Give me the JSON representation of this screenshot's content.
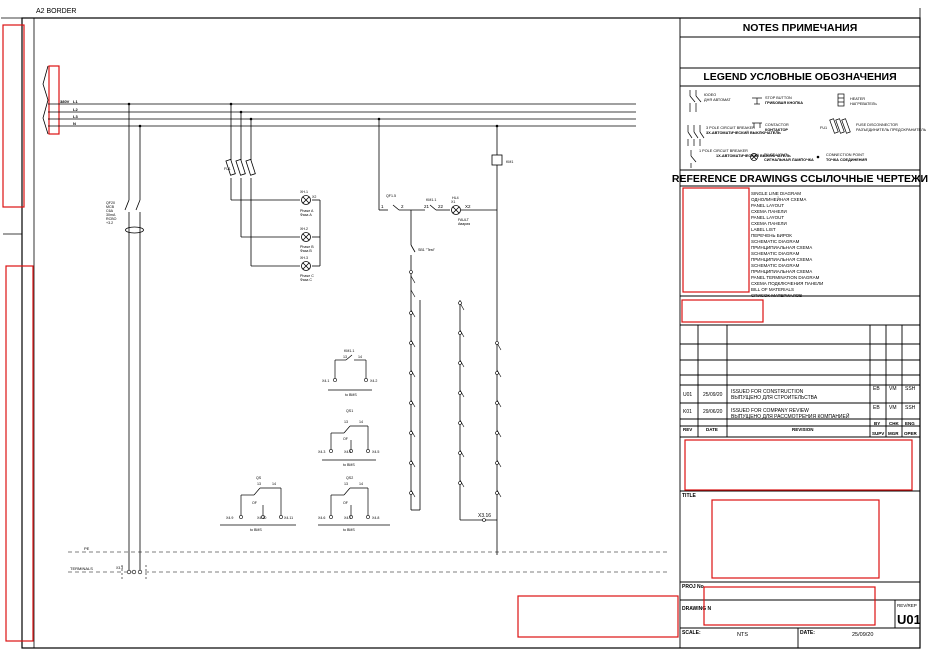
{
  "border_label": "A2 BORDER",
  "notes_title": "NOTES   ПРИМЕЧАНИЯ",
  "legend": {
    "title": "LEGEND    УСЛОВНЫЕ ОБОЗНАЧЕНИЯ",
    "items": [
      {
        "l1": "ЮОЕО",
        "l2": "ДНЯ АВТОМАТ"
      },
      {
        "l1": "STOP BUTTON",
        "l2": "ГРИБОВАЯ КНОПКА"
      },
      {
        "l1": "HEATER",
        "l2": "НАГРЕВАТЕЛЬ"
      },
      {
        "l1": "3 POLE CIRCUIT BREAKER",
        "l2": "3Х-АВТОМАТИЧЕСКИЙ ВЫКЛЮЧАТЕЛЬ"
      },
      {
        "l1": "CONTACTOR",
        "l2": "КОНТАКТОР"
      },
      {
        "l1": "FUSE DISCONNECTOR",
        "l2": "РАЗЪЕДИНИТЕЛЬ ПРЕДОХРАНИТЕЛЬ"
      },
      {
        "l1": "1 POLE CIRCUIT BREAKER",
        "l2": "1Х-АВТОМАТИЧЕСКИЙ ВЫКЛЮЧАТЕЛЬ"
      },
      {
        "l1": "PILOT LIGHT",
        "l2": "СИГНАЛЬНАЯ ЛАМПОЧКА"
      },
      {
        "l1": "CONNECTION POINT",
        "l2": "ТОЧКА СОЕДИНЕНИЯ"
      }
    ],
    "fu_tag": "FU1"
  },
  "refdrawings": {
    "title": "REFERENCE DRAWINGS    ССЫЛОЧНЫЕ ЧЕРТЕЖИ",
    "items": [
      "SINGLE LINE DIAGRAM",
      "ОДНОЛИНЕЙНАЯ СХЕМА",
      "PANEL LAYOUT",
      "СХЕМА ПАНЕЛИ",
      "PANEL LAYOUT",
      "СХЕМА ПАНЕЛИ",
      "LABEL LIST",
      "ПЕРЕЧЕНЬ БИРОК",
      "SCHEMATIC DIAGRAM",
      "ПРИНЦИПИАЛЬНАЯ СХЕМА",
      "SCHEMATIC DIAGRAM",
      "ПРИНЦИПИАЛЬНАЯ СХЕМА",
      "SCHEMATIC DIAGRAM",
      "ПРИНЦИПИАЛЬНАЯ СХЕМА",
      "PANEL TERMINATION DIAGRAM",
      "СХЕМА ПОДКЛЮЧЕНИЯ ПАНЕЛИ",
      "BILL OF MATERIALS",
      "СПИСОК МАТЕРИАЛОВ"
    ]
  },
  "revisions": [
    {
      "rev": "U01",
      "date": "25/09/20",
      "d1": "ISSUED FOR CONSTRUCTION",
      "d2": "ВЫПУЩЕНО ДЛЯ СТРОИТЕЛЬСТВА",
      "by": "EB",
      "chk": "VM",
      "eng": "SSH"
    },
    {
      "rev": "K01",
      "date": "29/06/20",
      "d1": "ISSUED FOR COMPANY REVIEW",
      "d2": "ВЫПУЩЕНО ДЛЯ РАССМОТРЕНИЯ КОМПАНИЕЙ",
      "by": "EB",
      "chk": "VM",
      "eng": "SSH"
    }
  ],
  "rev_header": {
    "rev": "REV",
    "date": "DATE",
    "revision": "REVISION",
    "by": "BY",
    "chk": "CHK",
    "eng": "ENG",
    "supv": "SUPV",
    "mgr": "MGR",
    "oper": "OPER"
  },
  "title_block": {
    "title_label": "TITLE",
    "proj_label": "PROJ No",
    "drawing_label": "DRAWING N",
    "revrep_label": "REV/REP",
    "rev_value": "U01",
    "scale_label": "SCALE:",
    "scale_value": "NTS",
    "date_label": "DATE:",
    "date_value": "25/09/20"
  },
  "schematic": {
    "busbars": [
      "L1",
      "L2",
      "L3",
      "N"
    ],
    "bus_source": "380V",
    "left_breaker": [
      "QF20",
      "MCB",
      "C6A",
      "30mA",
      "RCBO",
      "+3.2"
    ],
    "fuse_tag": "FU1",
    "lamps": [
      {
        "tag": "XH.1",
        "l1": "Phase A",
        "l2": "Фаза А"
      },
      {
        "tag": "XH.2",
        "l1": "Phase B",
        "l2": "Фаза B"
      },
      {
        "tag": "XH.3",
        "l1": "Phase C",
        "l2": "Фаза С"
      }
    ],
    "x_term": "X2",
    "km1": "KM1",
    "ctrl_nums": [
      "1",
      "2",
      "21",
      "22",
      "X1",
      "X2"
    ],
    "qf_ctrl": "QF1.5",
    "km1_contact": "KM1.1",
    "hl": {
      "tag": "HL4",
      "l1": "FAULT",
      "l2": "Авария"
    },
    "sb1": "SB1 \"Test\"",
    "x3_16": "X3.16",
    "bms_label": "to BMS",
    "bms_blocks": [
      {
        "tag": "KM1.1",
        "n1": "13",
        "n2": "14",
        "t1": "X4.1",
        "t2": "X4.2"
      },
      {
        "tag": "QS1",
        "n1": "13",
        "n2": "14",
        "mid": "OF",
        "t1": "X4.3",
        "t2": "X4.4",
        "t3": "X4.5"
      },
      {
        "tag": "QS",
        "n1": "13",
        "n2": "14",
        "mid": "OF",
        "t1": "X4.9",
        "t2": "X4.10",
        "t3": "X4.11"
      },
      {
        "tag": "QS2",
        "n1": "13",
        "n2": "14",
        "mid": "OF",
        "t1": "X4.6",
        "t2": "X4.7",
        "t3": "X4.8"
      }
    ],
    "pe_label": "PE",
    "terminals_label": "TERMINALS",
    "terminal_tag": "X3.3"
  }
}
